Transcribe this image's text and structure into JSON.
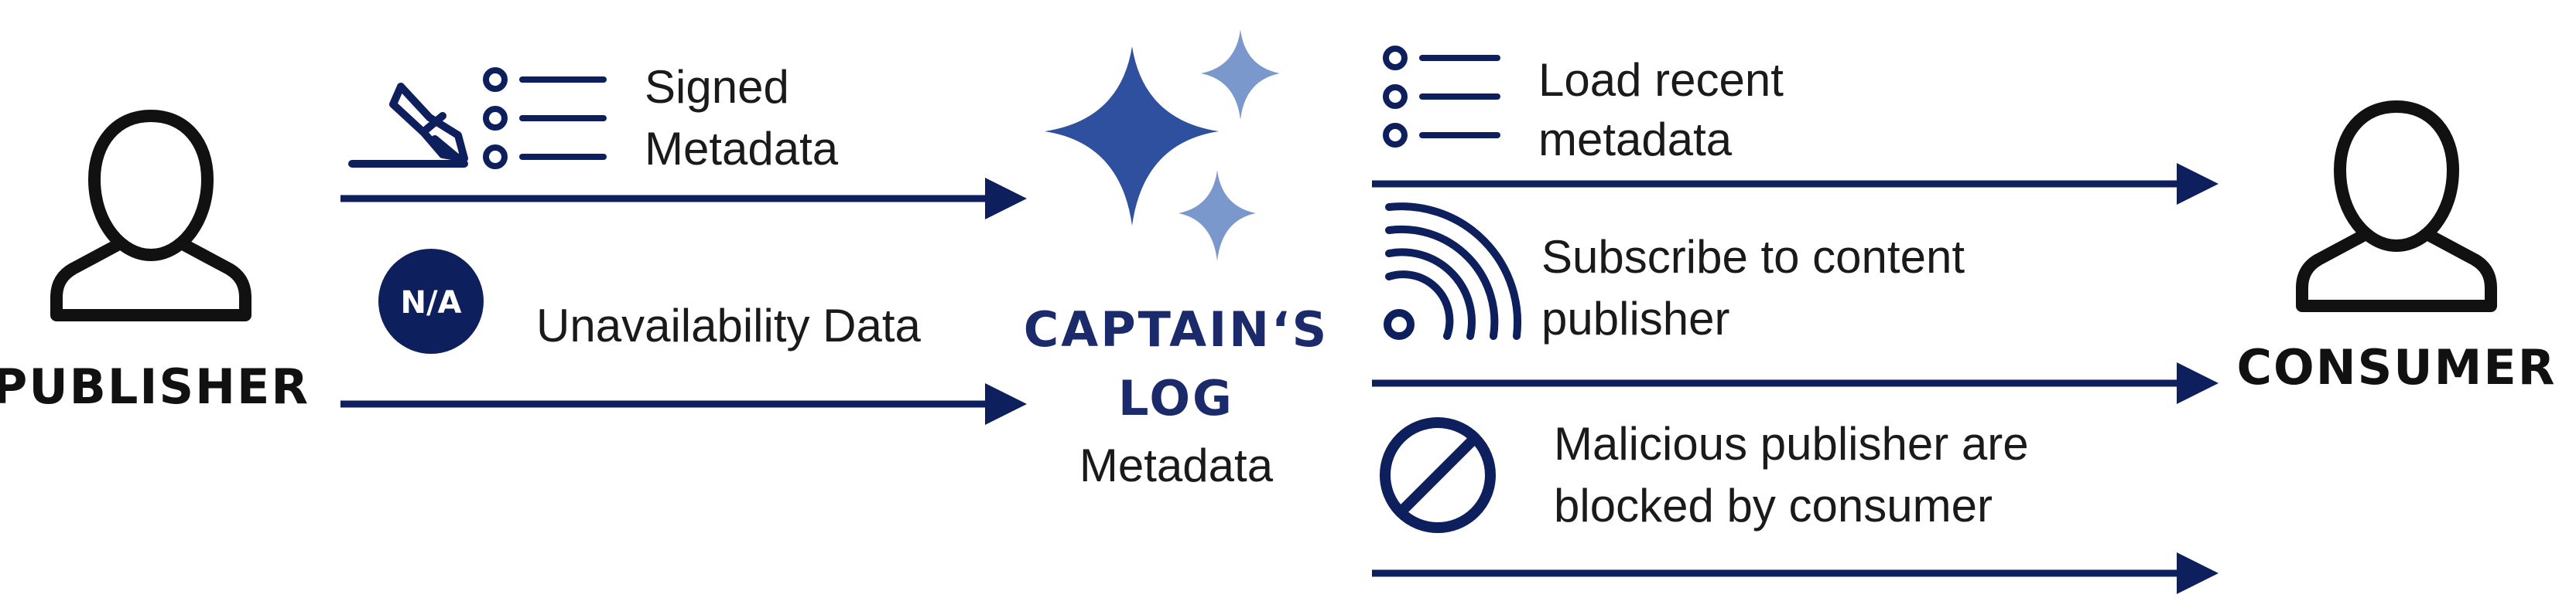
{
  "colors": {
    "navy": "#0e1f5e",
    "star_dark": "#2f4f9f",
    "star_light": "#7b98cc",
    "text": "#1a1a1a",
    "label": "#111111"
  },
  "publisher": {
    "label": "PUBLISHER",
    "icon": "user-icon"
  },
  "consumer": {
    "label": "CONSUMER",
    "icon": "user-icon"
  },
  "log": {
    "title_line1": "CAPTAIN‘S",
    "title_line2": "LOG",
    "subtitle": "Metadata",
    "icon": "sparkle-stars-icon"
  },
  "inbound": [
    {
      "icons": [
        "pen-sign-icon",
        "list-icon"
      ],
      "lines": [
        "Signed",
        "Metadata"
      ]
    },
    {
      "icons": [
        "na-badge-icon"
      ],
      "badge": "N/A",
      "lines": [
        "Unavailability Data"
      ]
    }
  ],
  "outbound": [
    {
      "icons": [
        "list-icon"
      ],
      "lines": [
        "Load recent",
        "metadata"
      ]
    },
    {
      "icons": [
        "rss-feed-icon"
      ],
      "lines": [
        "Subscribe to content",
        "publisher"
      ]
    },
    {
      "icons": [
        "block-icon"
      ],
      "lines": [
        "Malicious publisher are",
        "blocked by consumer"
      ]
    }
  ]
}
